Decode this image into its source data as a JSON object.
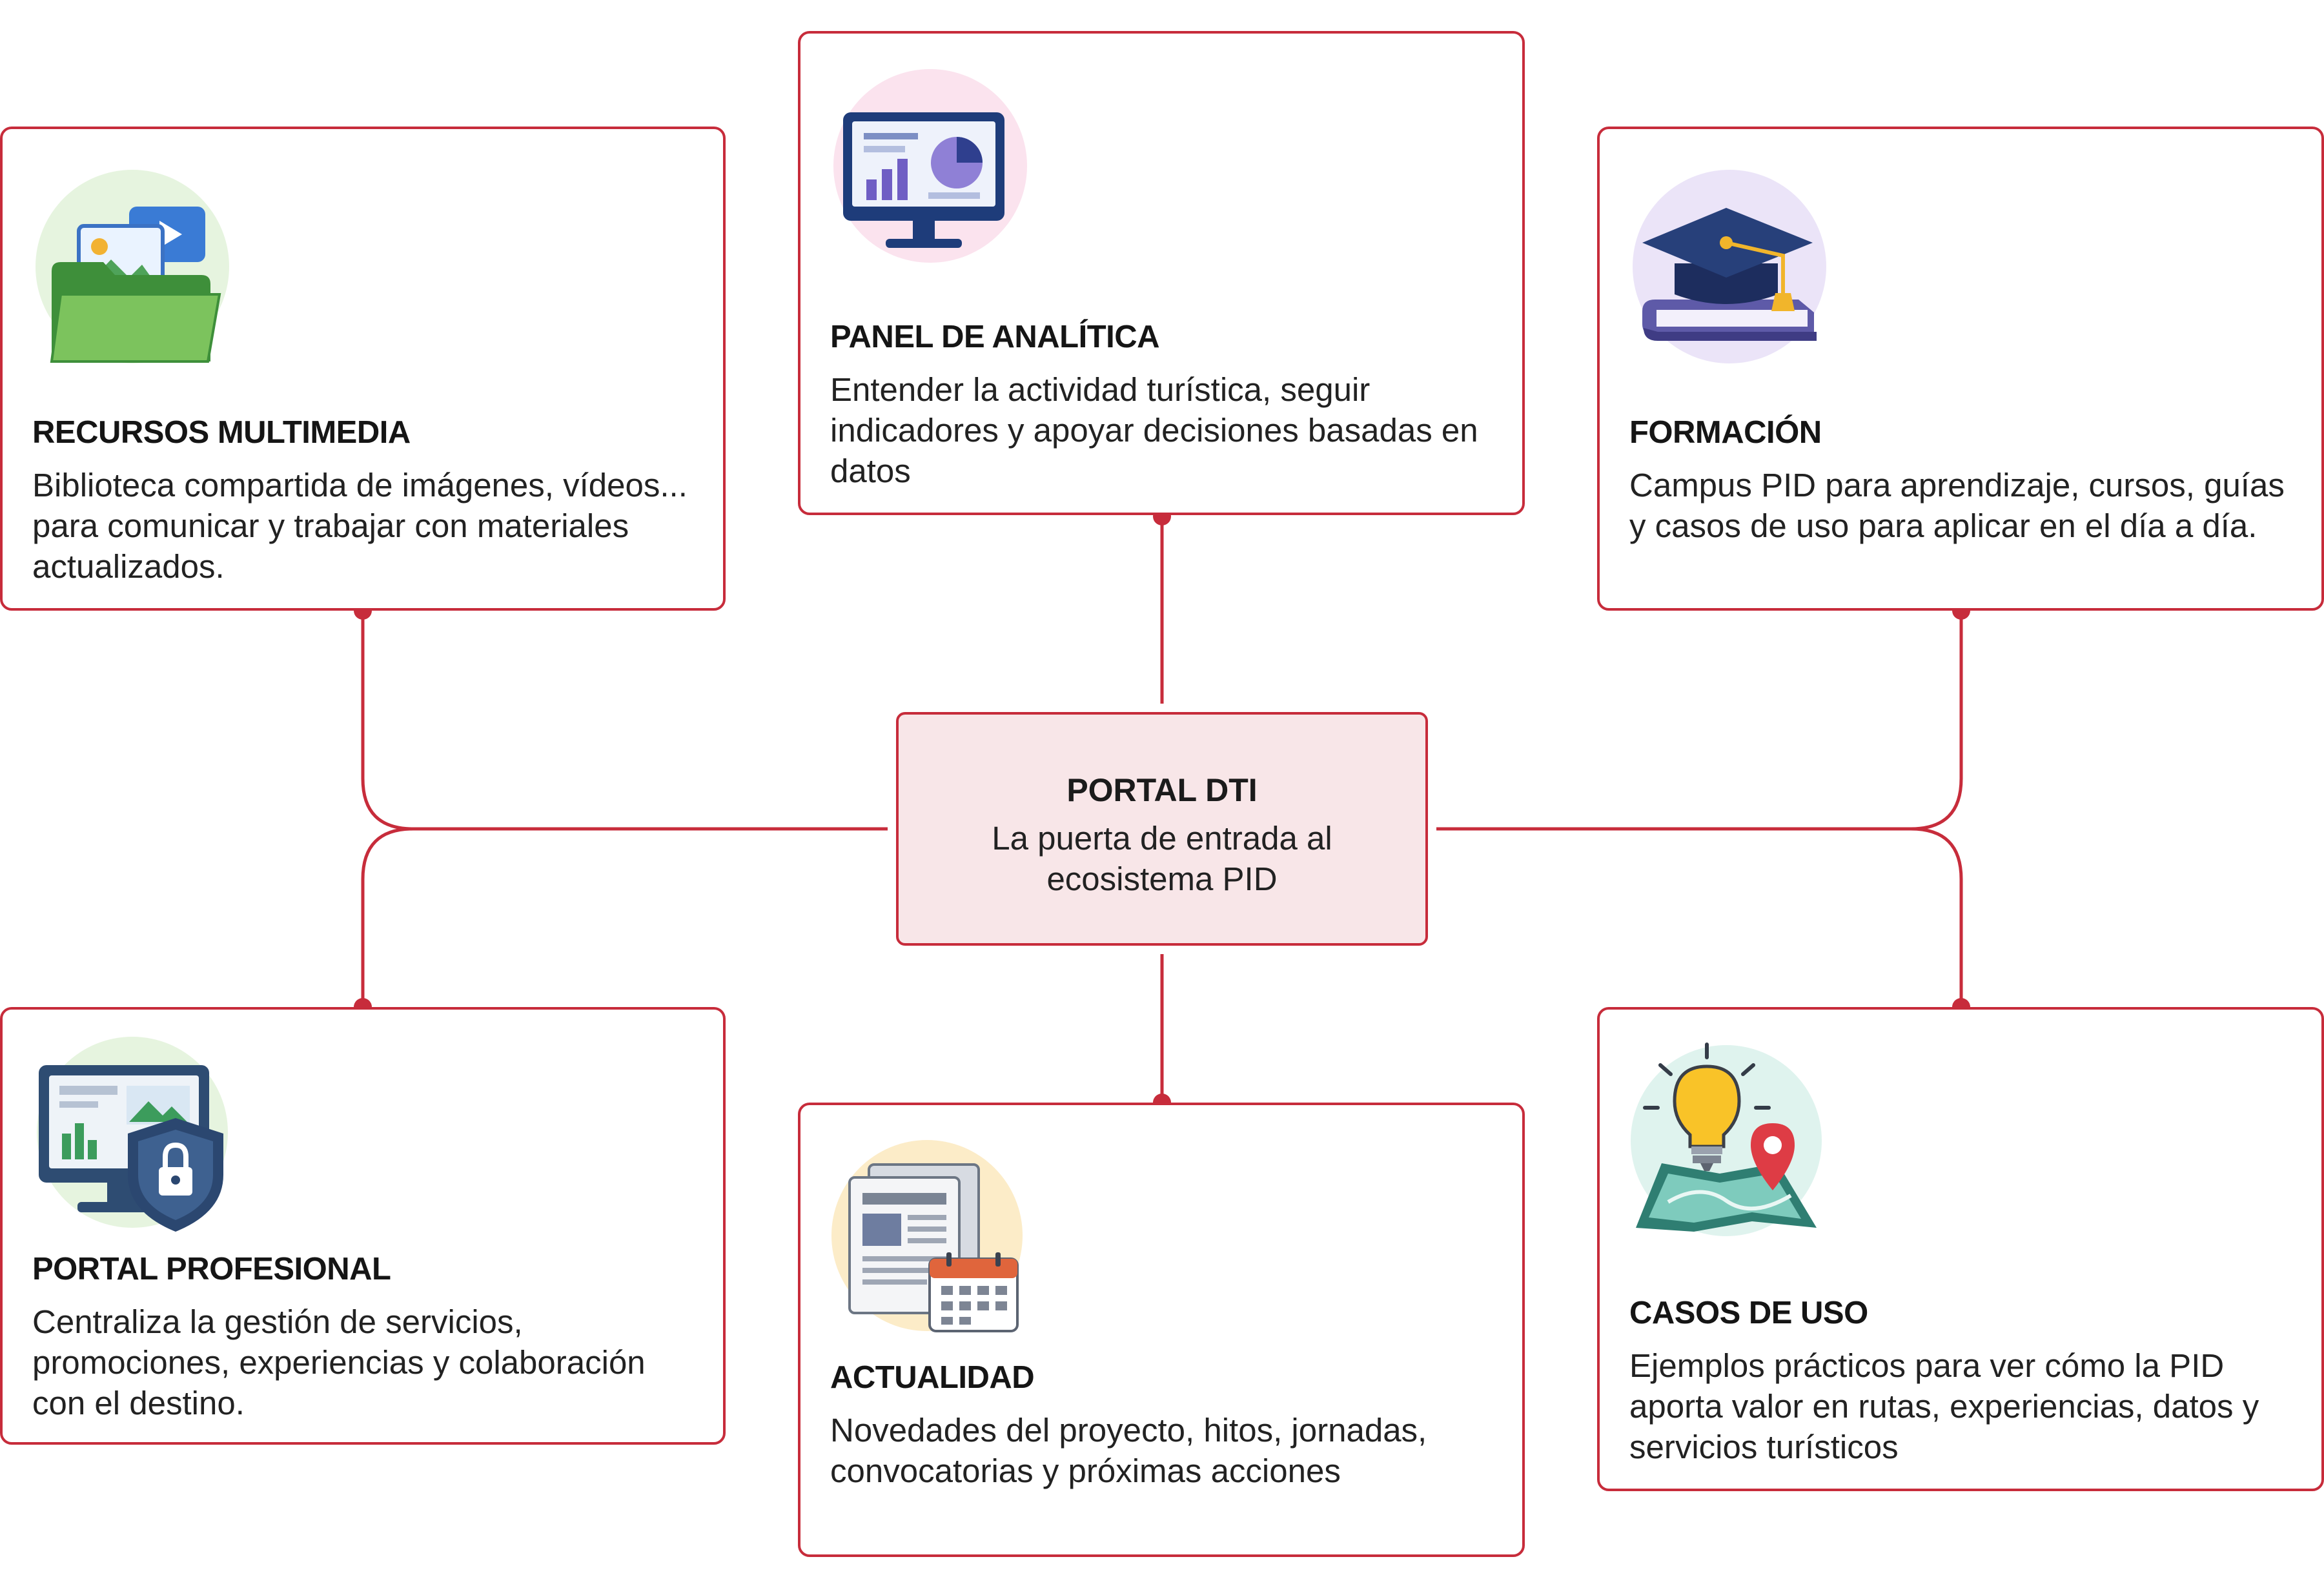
{
  "center": {
    "title": "PORTAL DTI",
    "description": "La puerta de entrada al ecosistema PID"
  },
  "cards": {
    "multimedia": {
      "title": "RECURSOS MULTIMEDIA",
      "description": "Biblioteca compartida de imágenes, vídeos... para comunicar y trabajar con materiales actualizados.",
      "icon": "media-folder-icon"
    },
    "analitica": {
      "title": "PANEL DE ANALÍTICA",
      "description": "Entender la actividad turística, seguir indicadores y apoyar decisiones basadas en datos",
      "icon": "analytics-monitor-icon"
    },
    "formacion": {
      "title": "FORMACIÓN",
      "description": "Campus PID para aprendizaje, cursos, guías y casos de uso para aplicar en el día a día.",
      "icon": "graduation-cap-book-icon"
    },
    "profesional": {
      "title": "PORTAL PROFESIONAL",
      "description": "Centraliza la gestión de servicios, promociones, experiencias y colaboración con el destino.",
      "icon": "secure-monitor-icon"
    },
    "actualidad": {
      "title": "ACTUALIDAD",
      "description": "Novedades del proyecto, hitos, jornadas, convocatorias y próximas acciones",
      "icon": "news-calendar-icon"
    },
    "casos": {
      "title": "CASOS DE USO",
      "description": "Ejemplos prácticos para ver cómo la PID aporta valor en rutas, experiencias, datos y servicios turísticos",
      "icon": "lightbulb-map-icon"
    }
  },
  "colors": {
    "accent": "#c72c3b",
    "center_fill": "#f8e6e8"
  }
}
